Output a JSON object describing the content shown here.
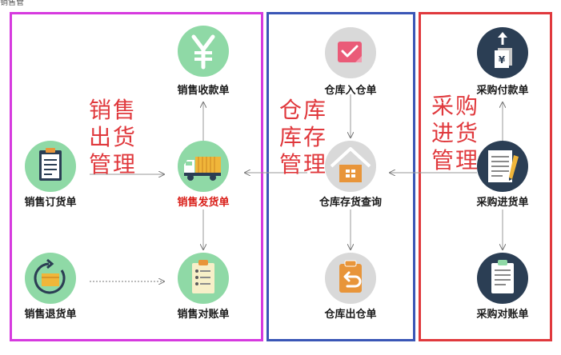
{
  "colors": {
    "sales_panel_border": "#d63adf",
    "warehouse_panel_border": "#3a56b6",
    "purchase_panel_border": "#e0393d",
    "group_text": "#e0393d",
    "highlight_label": "#d91e18",
    "green_circle": "#8fd9a6",
    "gray_circle": "#d9d9d9",
    "navy_circle": "#2b3e54"
  },
  "top_fragment": "销售管",
  "groups": {
    "sales": {
      "line1": "销售",
      "line2": "出货",
      "line3": "管理"
    },
    "warehouse": {
      "line1": "仓库",
      "line2": "库存",
      "line3": "管理"
    },
    "purchase": {
      "line1": "采购",
      "line2": "进货",
      "line3": "管理"
    }
  },
  "nodes": {
    "sales_receipt": {
      "label": "销售收款单",
      "icon": "yen-icon"
    },
    "sales_order": {
      "label": "销售订货单",
      "icon": "clipboard-icon"
    },
    "sales_delivery": {
      "label": "销售发货单",
      "icon": "truck-icon"
    },
    "sales_return": {
      "label": "销售退货单",
      "icon": "return-cycle-icon"
    },
    "sales_statement": {
      "label": "销售对账单",
      "icon": "checklist-icon"
    },
    "warehouse_in": {
      "label": "仓库入仓单",
      "icon": "inbox-check-icon"
    },
    "warehouse_query": {
      "label": "仓库存货查询",
      "icon": "house-icon"
    },
    "warehouse_out": {
      "label": "仓库出仓单",
      "icon": "return-box-icon"
    },
    "purchase_payment": {
      "label": "采购付款单",
      "icon": "payment-icon"
    },
    "purchase_receipt": {
      "label": "采购进货单",
      "icon": "document-pencil-icon"
    },
    "purchase_statement": {
      "label": "采购对账单",
      "icon": "statement-icon"
    }
  }
}
